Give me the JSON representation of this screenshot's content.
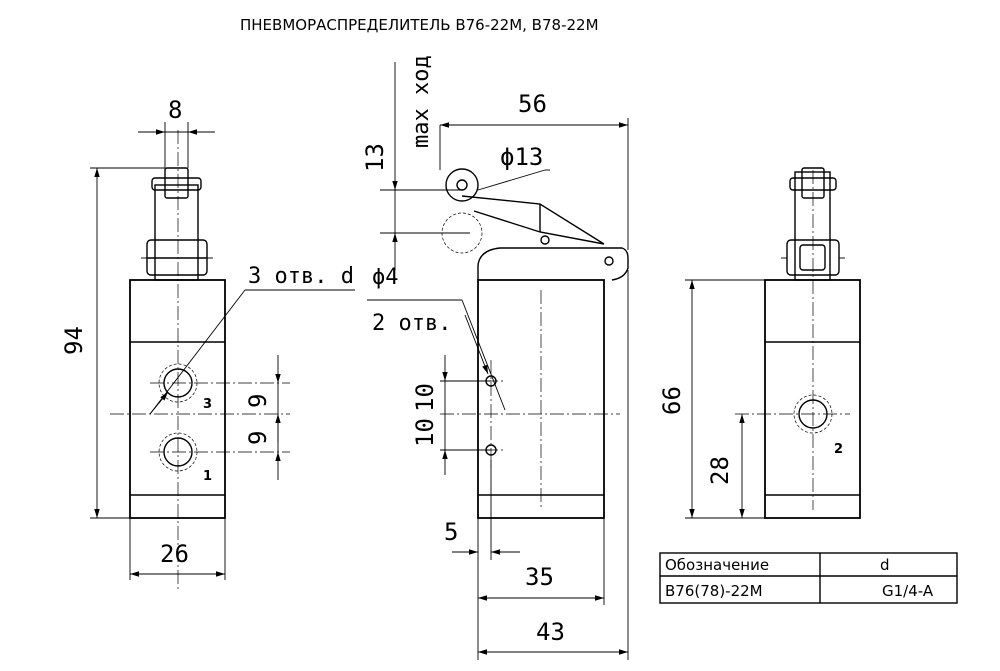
{
  "title": "ПНЕВМОРАСПРЕДЕЛИТЕЛЬ В76-22М, В78-22М",
  "dimensions": {
    "roller_width": "8",
    "total_height": "94",
    "body_width_front": "26",
    "port_spacing_upper": "9",
    "port_spacing_lower": "9",
    "stroke": "13",
    "stroke_label": "max ход",
    "roller_diameter": "ϕ13",
    "overall_width": "56",
    "hole_pitch_upper": "10",
    "hole_pitch_lower": "10",
    "hole_offset": "5",
    "body_width_side": "35",
    "total_width_side": "43",
    "body_height_right": "66",
    "port_height_right": "28"
  },
  "notes": {
    "ports_note": "3 отв. d",
    "holes_diameter": "ϕ4",
    "holes_count": "2 отв."
  },
  "port_labels": {
    "port_3": "3",
    "port_1": "1",
    "port_2": "2"
  },
  "table": {
    "headers": [
      "Обозначение",
      "d"
    ],
    "rows": [
      [
        "В76(78)-22М",
        "G1/4-A"
      ]
    ]
  }
}
